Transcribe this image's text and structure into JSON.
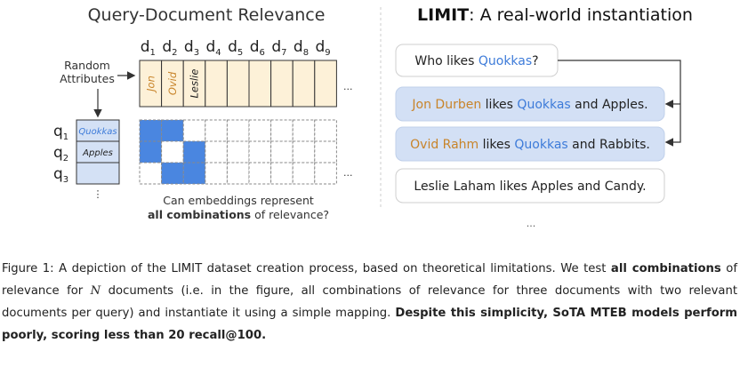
{
  "left": {
    "title": "Query-Document Relevance",
    "doc_label": "d",
    "doc_indices": [
      "1",
      "2",
      "3",
      "4",
      "5",
      "6",
      "7",
      "8",
      "9"
    ],
    "random_attributes_line1": "Random",
    "random_attributes_line2": "Attributes",
    "doc_names": [
      "Jon",
      "Ovid",
      "Leslie"
    ],
    "query_label": "q",
    "query_indices": [
      "1",
      "2",
      "3"
    ],
    "query_values": [
      "Quokkas",
      "Apples",
      ""
    ],
    "ellipsis": "...",
    "vertical_ellipsis": "⋮",
    "question_line1": "Can embeddings represent",
    "question_bold": "all combinations",
    "question_rest": " of relevance?"
  },
  "right": {
    "title_bold": "LIMIT",
    "title_rest": ": A real-world instantiation",
    "query": {
      "pre": "Who likes ",
      "highlight": "Quokkas",
      "post": "?"
    },
    "docs": [
      {
        "name": "Jon Durben",
        "mid": " likes ",
        "highlight": "Quokkas",
        "post": " and Apples."
      },
      {
        "name": "Ovid Rahm",
        "mid": " likes ",
        "highlight": "Quokkas",
        "post": " and Rabbits."
      },
      {
        "plain": "Leslie Laham likes Apples and Candy."
      }
    ],
    "ellipsis": "..."
  },
  "caption": {
    "p1": "Figure 1: A depiction of the LIMIT dataset creation process, based on theoretical limitations. We test ",
    "b1": "all combinations",
    "p2": " of relevance for ",
    "n": "N",
    "p3": " documents (i.e. in the figure, all combinations of relevance for three documents with two relevant documents per query) and instantiate it using a simple mapping. ",
    "b2": "Despite this simplicity, SoTA MTEB models perform poorly, scoring less than 20 recall@100."
  },
  "colors": {
    "doc_fill": "#fdf1d8",
    "query_fill": "#d4e1f5",
    "blue_cell": "#4a86e0",
    "orange_text": "#c8842a",
    "blue_text": "#3d7bd9",
    "right_box_blue": "#d3e0f5",
    "grid_dash": "#888888"
  },
  "grid_relevance": [
    [
      1,
      1,
      0,
      0,
      0,
      0,
      0,
      0,
      0
    ],
    [
      1,
      0,
      1,
      0,
      0,
      0,
      0,
      0,
      0
    ],
    [
      0,
      1,
      1,
      0,
      0,
      0,
      0,
      0,
      0
    ]
  ]
}
